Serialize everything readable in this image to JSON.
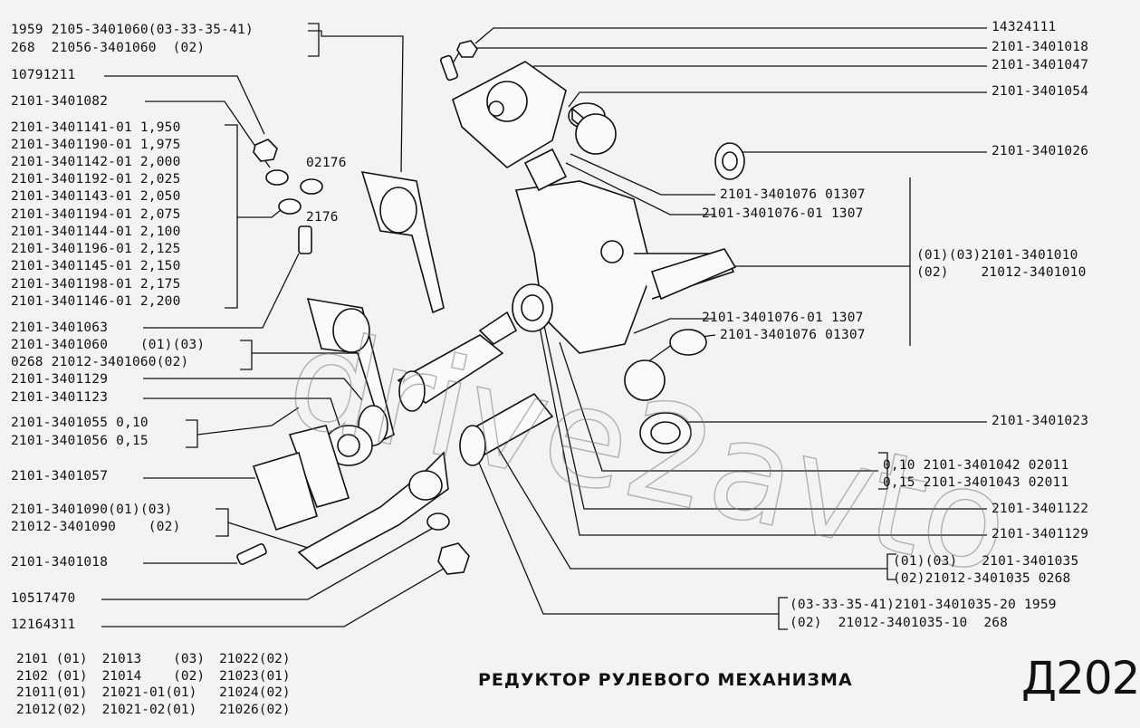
{
  "labels_left": [
    "1959 2105-3401060(03-33-35-41)",
    "268  21056-3401060  (02)",
    "10791211",
    "2101-3401082",
    "2101-3401141-01 1,950",
    "2101-3401190-01 1,975",
    "2101-3401142-01 2,000",
    "2101-3401192-01 2,025",
    "2101-3401143-01 2,050",
    "2101-3401194-01 2,075",
    "2101-3401144-01 2,100",
    "2101-3401196-01 2,125",
    "2101-3401145-01 2,150",
    "2101-3401198-01 2,175",
    "2101-3401146-01 2,200",
    "2101-3401063",
    "2101-3401060    (01)(03)",
    "0268 21012-3401060(02)",
    "2101-3401129",
    "2101-3401123",
    "2101-3401055 0,10",
    "2101-3401056 0,15",
    "2101-3401057",
    "2101-3401090(01)(03)",
    "21012-3401090    (02)",
    "2101-3401018",
    "10517470",
    "12164311"
  ],
  "labels_center": [
    "02176",
    "2176"
  ],
  "labels_right": [
    "14324111",
    "2101-3401018",
    "2101-3401047",
    "2101-3401054",
    "2101-3401026",
    "2101-3401076 01307",
    "2101-3401076-01 1307",
    "(01)(03)2101-3401010",
    "(02)    21012-3401010",
    "2101-3401076-01 1307",
    "2101-3401076 01307",
    "2101-3401023",
    "0,10 2101-3401042 02011",
    "0,15 2101-3401043 02011",
    "2101-3401122",
    "2101-3401129",
    "(01)(03)   2101-3401035",
    "(02)21012-3401035 0268",
    "(03-33-35-41)2101-3401035-20 1959",
    "(02)  21012-3401035-10  268"
  ],
  "models": [
    [
      "2101 (01)",
      "21013    (03)",
      "21022(02)"
    ],
    [
      "2102 (01)",
      "21014    (02)",
      "21023(01)"
    ],
    [
      "21011(01)",
      "21021-01(01)",
      "21024(02)"
    ],
    [
      "21012(02)",
      "21021-02(01)",
      "21026(02)"
    ]
  ],
  "title": "РЕДУКТОР РУЛЕВОГО МЕХАНИЗМА",
  "diagram_code": "Д202",
  "watermark": "drive2avto"
}
